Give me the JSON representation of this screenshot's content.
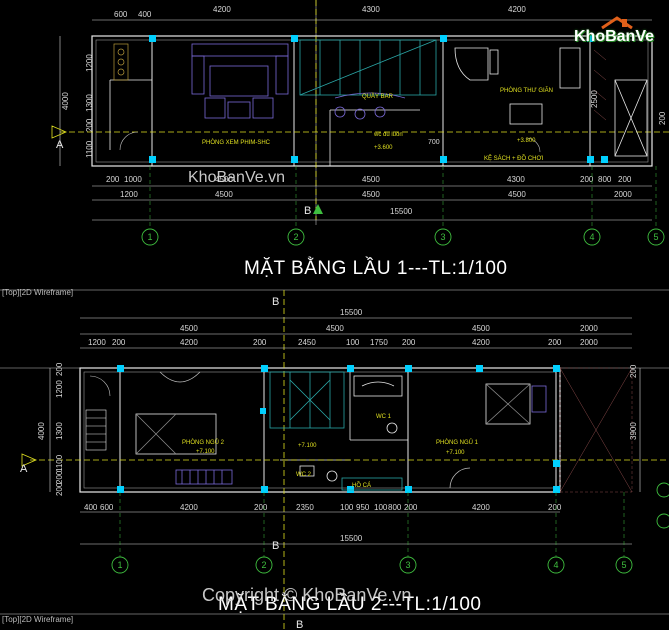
{
  "watermark_logo": "KhoBanVe",
  "watermark_center": "KhoBanVe.vn",
  "watermark_copyright": "Copyright © KhoBanVe.vn",
  "viewport_labels": [
    "[Top][2D Wireframe]",
    "[Top][2D Wireframe]"
  ],
  "plan1": {
    "title": "MẶT BẰNG LẦU 1---TL:1/100",
    "top_dims": [
      "600",
      "400",
      "4200",
      "4300",
      "4200"
    ],
    "left_dims": [
      "1200",
      "4000",
      "1300",
      "200",
      "1100"
    ],
    "bottom_dims_row1": [
      "200",
      "1000",
      "4500",
      "4500",
      "4300",
      "200",
      "800",
      "200"
    ],
    "bottom_dims_row2": [
      "1200",
      "4500",
      "4500",
      "4500",
      "2000"
    ],
    "total_dim": "15500",
    "rooms": [
      "PHÒNG XEM PHIM-SHC",
      "QUẦY BAR",
      "PHÒNG THƯ GIÃN",
      "KỆ SÁCH + ĐỒ CHƠI"
    ],
    "misc_labels": [
      "wc du luon",
      "+3.600",
      "+3.800",
      "700"
    ],
    "right_dims": [
      "200",
      "2500"
    ],
    "section_marker": "A",
    "section_b": "B",
    "axes": [
      "1",
      "2",
      "3",
      "4",
      "5"
    ]
  },
  "plan2": {
    "title": "MẶT BẰNG LẦU 2---TL:1/100",
    "top_total": "15500",
    "top_dims_row1": [
      "4500",
      "4500",
      "4500",
      "2000"
    ],
    "top_dims_row2": [
      "1200",
      "200",
      "4200",
      "200",
      "2450",
      "100",
      "1750",
      "200",
      "4200",
      "200",
      "2000"
    ],
    "left_dims": [
      "200",
      "1200",
      "4000",
      "1300",
      "1100",
      "200",
      "200"
    ],
    "right_dims": [
      "3900",
      "200"
    ],
    "bottom_dims_row1": [
      "400",
      "600",
      "4200",
      "200",
      "2350",
      "100",
      "950",
      "100",
      "800",
      "200",
      "4200",
      "200"
    ],
    "bottom_total": "15500",
    "rooms": [
      "PHÒNG NGỦ 2",
      "PHÒNG NGỦ 1",
      "WC 1",
      "WC 2",
      "HỒ CÁ"
    ],
    "levels": [
      "+7.100",
      "+7.100",
      "+7.100"
    ],
    "section_marker": "A",
    "section_b": "B",
    "axes": [
      "1",
      "2",
      "3",
      "4",
      "5"
    ]
  },
  "colors": {
    "background": "#000000",
    "wall": "#e8e8e8",
    "dim": "#d8d8d8",
    "axis": "#3fbf3f",
    "section_line": "#e0e020",
    "column": "#00d0ff",
    "furniture": "#7a6ad8",
    "stair": "#2aa6a6"
  }
}
